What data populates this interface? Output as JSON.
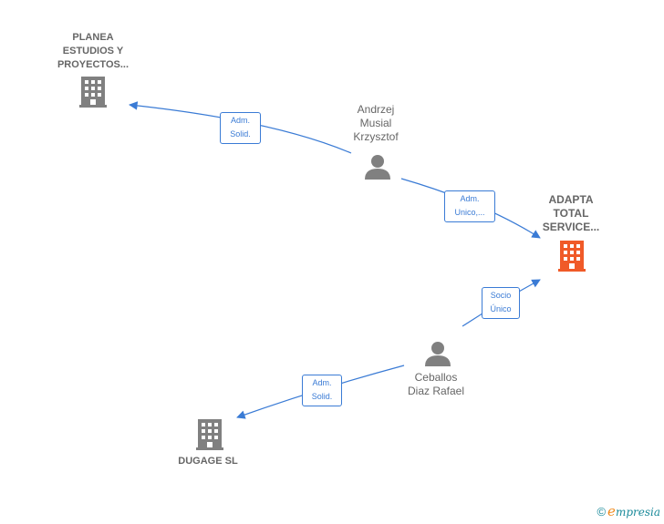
{
  "nodes": {
    "planea": {
      "type": "company",
      "lines": [
        "PLANEA",
        "ESTUDIOS Y",
        "PROYECTOS..."
      ],
      "color": "#808080"
    },
    "andrzej": {
      "type": "person",
      "lines": [
        "Andrzej",
        "Musial",
        "Krzysztof"
      ],
      "color": "#808080"
    },
    "adapta": {
      "type": "company",
      "lines": [
        "ADAPTA",
        "TOTAL",
        "SERVICE..."
      ],
      "color": "#f05a28"
    },
    "ceballos": {
      "type": "person",
      "lines": [
        "Ceballos",
        "Diaz Rafael"
      ],
      "color": "#808080"
    },
    "dugage": {
      "type": "company",
      "lines": [
        "DUGAGE SL"
      ],
      "color": "#808080"
    }
  },
  "edges": [
    {
      "from": "andrzej",
      "to": "planea",
      "label": [
        "Adm.",
        "Solid."
      ]
    },
    {
      "from": "andrzej",
      "to": "adapta",
      "label": [
        "Adm.",
        "Unico,..."
      ]
    },
    {
      "from": "ceballos",
      "to": "adapta",
      "label": [
        "Socio",
        "Único"
      ]
    },
    {
      "from": "ceballos",
      "to": "dugage",
      "label": [
        "Adm.",
        "Solid."
      ]
    }
  ],
  "colors": {
    "edge": "#3a7bd5",
    "node_default": "#808080",
    "node_primary": "#f05a28"
  },
  "brand": {
    "copyright": "©",
    "e": "e",
    "rest": "mpresia"
  }
}
